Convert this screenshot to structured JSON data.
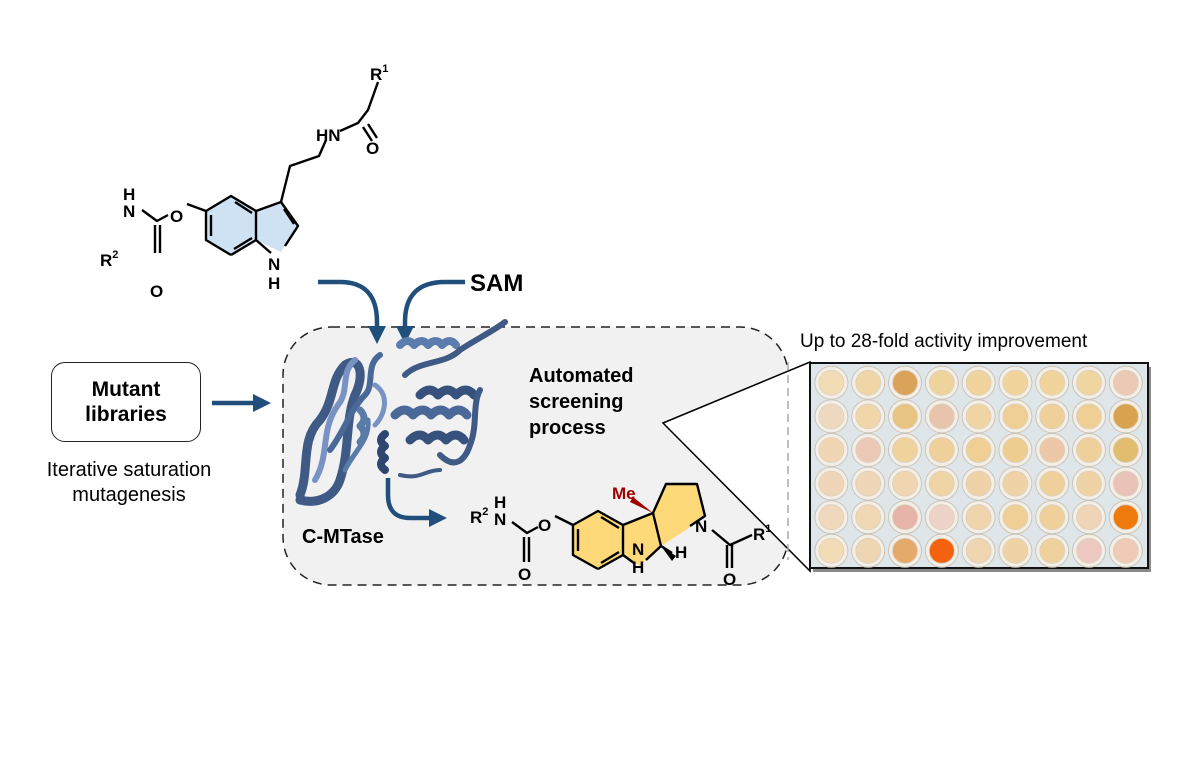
{
  "substrate": {
    "r1": "R",
    "r1_sup": "1",
    "r2": "R",
    "r2_sup": "2",
    "atoms": {
      "nh_amide": "HN",
      "o_carbonyl": "O",
      "o_ether": "O",
      "n_carbamate": "N",
      "h_carbamate": "H",
      "o_carbamate": "O",
      "n_indole": "N",
      "h_indole": "H"
    }
  },
  "cofactor": {
    "label": "SAM"
  },
  "mutant_libraries": {
    "line1": "Mutant",
    "line2": "libraries"
  },
  "method": {
    "line1": "Iterative saturation",
    "line2": "mutagenesis"
  },
  "enzyme": {
    "label": "C-MTase"
  },
  "screening": {
    "line1": "Automated",
    "line2": "screening",
    "line3": "process"
  },
  "product": {
    "me_label": "Me",
    "h_stereo": "H",
    "atoms": {
      "n_pyrrolidine": "N",
      "n_indoline": "N",
      "h_indoline": "H",
      "o_amide": "O",
      "o_ether": "O",
      "n_carbamate": "N",
      "h_carbamate": "H",
      "o_carbamate": "O"
    },
    "r1": "R",
    "r1_sup": "1",
    "r2": "R",
    "r2_sup": "2"
  },
  "plate": {
    "caption": "Up to 28-fold activity improvement",
    "rows": 6,
    "cols": 9,
    "wells": [
      [
        "#f1dcb4",
        "#f0d6a6",
        "#dba35a",
        "#efd39c",
        "#f0d49c",
        "#f0d49c",
        "#f0d49c",
        "#efd5a0",
        "#ecc9b4"
      ],
      [
        "#efd8c0",
        "#f0d6a8",
        "#e8c482",
        "#e9c4ac",
        "#f1d4a4",
        "#efcf94",
        "#f0d09a",
        "#efcf94",
        "#d9a24e"
      ],
      [
        "#f0d6b2",
        "#ecc8b6",
        "#f0d29c",
        "#efd09a",
        "#efcf94",
        "#eecd90",
        "#ecc8a8",
        "#efd09a",
        "#e2bd70"
      ],
      [
        "#efd6b8",
        "#efd6b6",
        "#f0d6b0",
        "#efd4a6",
        "#efd2a8",
        "#efd2a6",
        "#efd09a",
        "#efd3a4",
        "#eac3b8"
      ],
      [
        "#efd8bc",
        "#f0d8b4",
        "#e6b4a8",
        "#efd2c8",
        "#f0d4ac",
        "#efcf96",
        "#efd09a",
        "#f0d4b8",
        "#ef7a0c"
      ],
      [
        "#f2dcb6",
        "#efd6b2",
        "#e5a96a",
        "#f5620f",
        "#efd5b0",
        "#efd3a4",
        "#efd19e",
        "#ecc8c0",
        "#efcab6"
      ]
    ]
  },
  "colors": {
    "arrow": "#1f4f7a",
    "indole_fill": "#cfe2f3",
    "product_fill": "#fdd97a",
    "me_color": "#a00000",
    "box_fill": "#f1f1f1",
    "protein": "#5a7aa8"
  }
}
